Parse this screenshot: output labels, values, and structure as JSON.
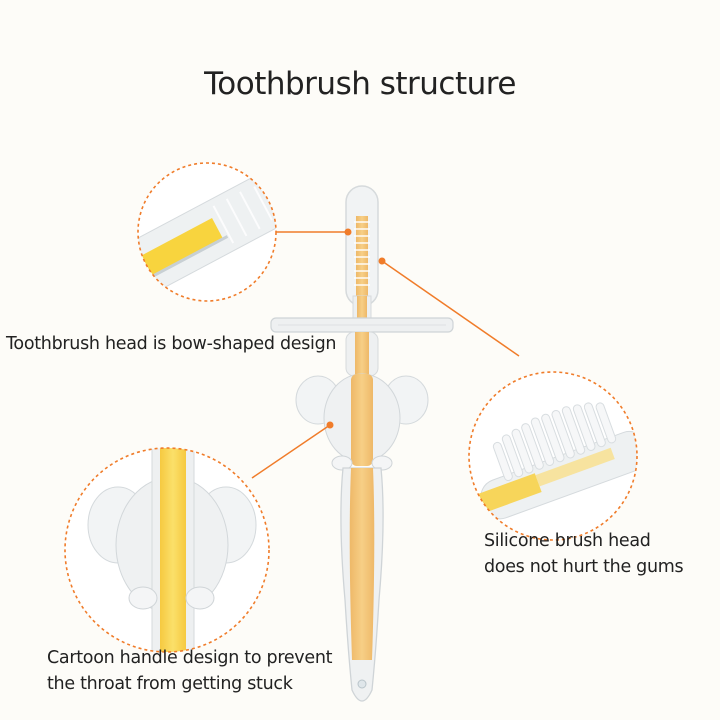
{
  "title": "Toothbrush structure",
  "callouts": [
    {
      "id": "head",
      "text": [
        "Toothbrush head is bow-shaped design"
      ]
    },
    {
      "id": "bristles",
      "text": [
        "Silicone brush head",
        "does not hurt the gums"
      ]
    },
    {
      "id": "handle",
      "text": [
        "Cartoon handle design to prevent",
        "the throat from getting stuck"
      ]
    }
  ],
  "colors": {
    "background": "#fdfcf8",
    "accent_orange": "#f07c2a",
    "core_yellow": "#f5c46a",
    "silicone": "#e9ecee"
  }
}
